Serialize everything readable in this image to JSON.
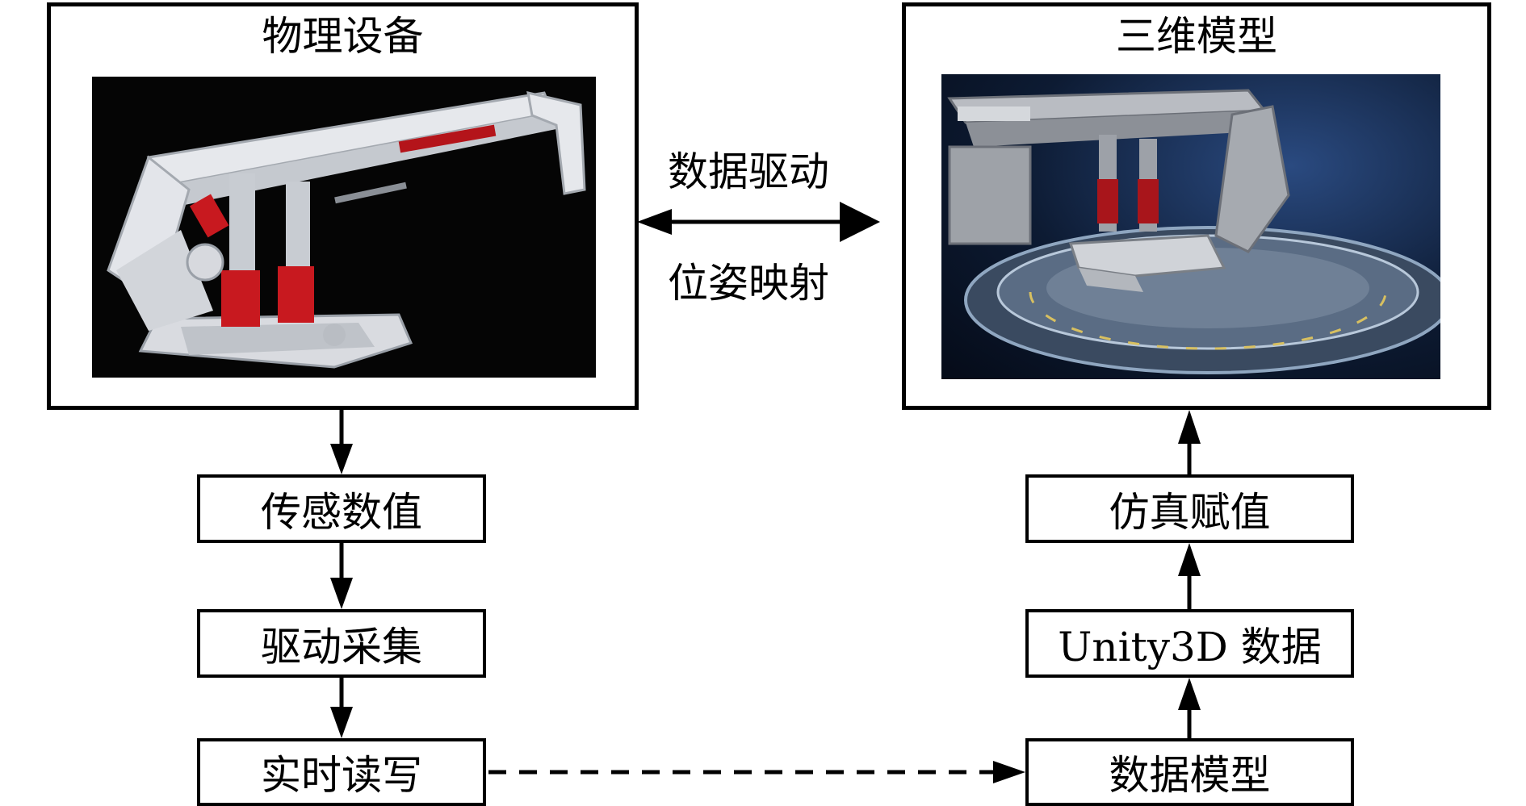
{
  "physical": {
    "title": "物理设备",
    "image_icon": "hydraulic-support-machine-photo"
  },
  "model3d": {
    "title": "三维模型",
    "image_icon": "hydraulic-support-3d-render"
  },
  "link": {
    "top_label": "数据驱动",
    "bottom_label": "位姿映射"
  },
  "left_flow": [
    "传感数值",
    "驱动采集",
    "实时读写"
  ],
  "right_flow": [
    "仿真赋值",
    "Unity3D 数据",
    "数据模型"
  ],
  "colors": {
    "line": "#000000",
    "photo_bg_left": "#050505",
    "photo_bg_right": "#0d1b33",
    "support_red": "#c8191f",
    "support_white": "#e6e8ec"
  }
}
